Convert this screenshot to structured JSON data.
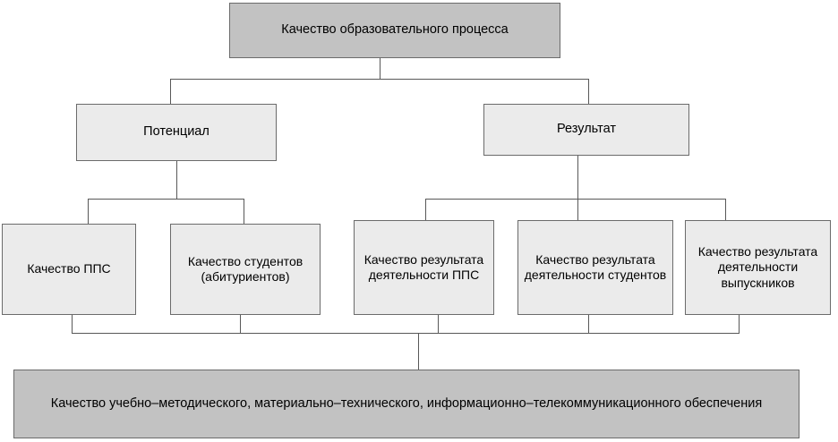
{
  "diagram": {
    "title": "Качество образовательного процесса",
    "colors": {
      "root_fill": "#c2c2c2",
      "mid_fill": "#ebebeb",
      "leaf_fill": "#ebebeb",
      "base_fill": "#c2c2c2",
      "border": "#6b6b6b",
      "connector": "#585858",
      "text": "#000000",
      "background": "#ffffff"
    },
    "levels": {
      "root": {
        "label": "Качество образовательного процесса"
      },
      "branches": [
        {
          "label": "Потенциал"
        },
        {
          "label": "Результат"
        }
      ],
      "leaves": [
        {
          "label": "Качество ППС"
        },
        {
          "label": "Качество студентов (абитуриентов)"
        },
        {
          "label": "Качество результата деятельности ППС"
        },
        {
          "label": "Качество результата деятельности студентов"
        },
        {
          "label": "Качество результата деятельности выпускников"
        }
      ],
      "base": {
        "label": "Качество учебно–методического, материально–технического, информационно–телекоммуникационного  обеспечения"
      }
    }
  }
}
